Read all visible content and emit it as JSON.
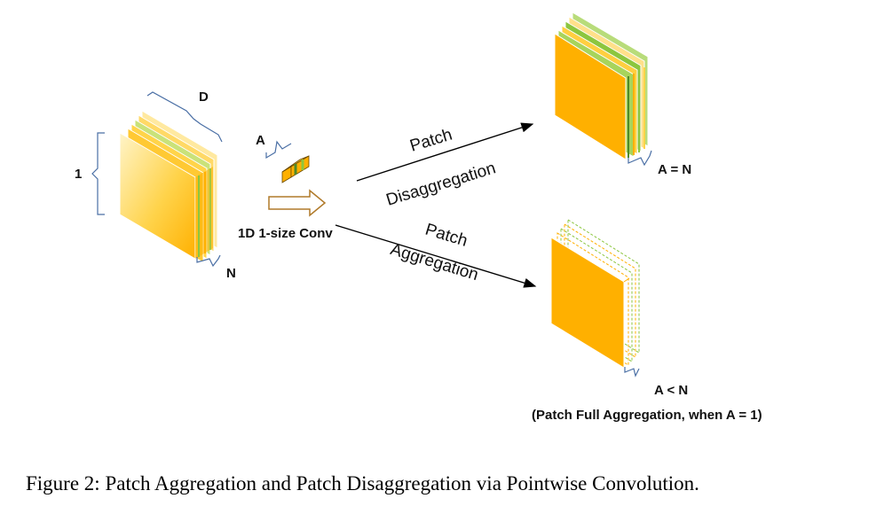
{
  "labels": {
    "d": "D",
    "one": "1",
    "n": "N",
    "a": "A",
    "conv": "1D 1-size Conv",
    "patch_top": "Patch",
    "disaggregation": "Disaggregation",
    "patch_bottom": "Patch",
    "aggregation": "Aggregation",
    "a_eq_n": "A = N",
    "a_lt_n": "A < N",
    "full_agg": "(Patch Full Aggregation, when A = 1)"
  },
  "caption": "Figure 2: Patch Aggregation and Patch Disaggregation via Pointwise Convolution.",
  "colors": {
    "orange": "#FFB000",
    "orange_light": "#FFE79A",
    "green": "#8CC63F",
    "brace": "#4A6FA5",
    "arrow": "#000000",
    "hollow_arrow": "#B07A2A"
  }
}
